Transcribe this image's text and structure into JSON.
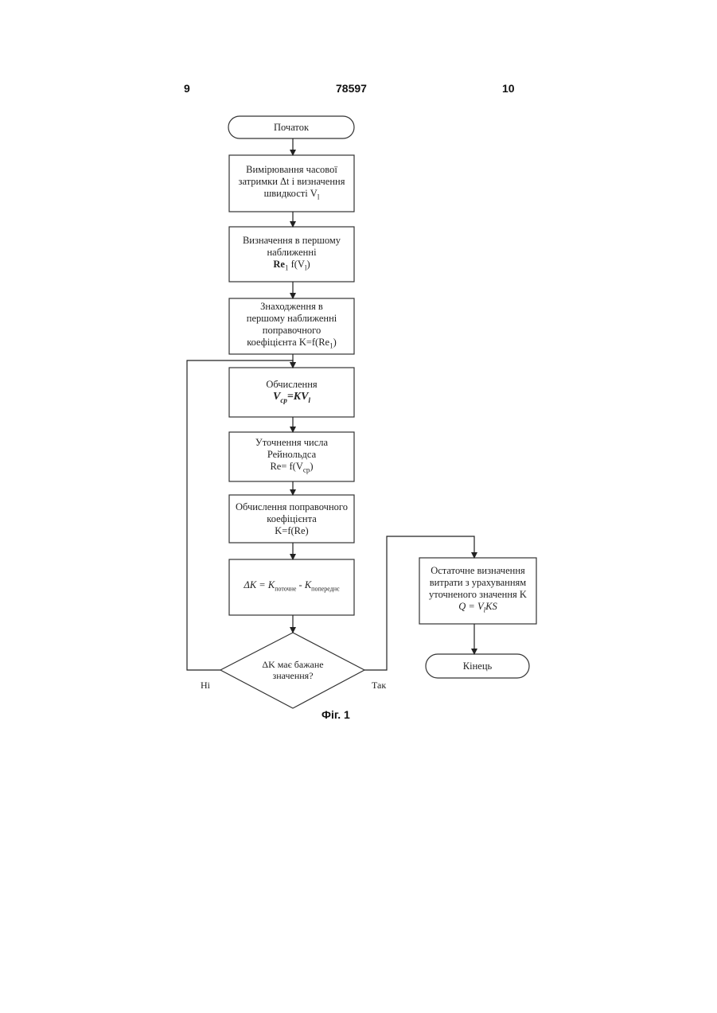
{
  "header": {
    "left_page": "9",
    "patent_number": "78597",
    "right_page": "10"
  },
  "flowchart": {
    "start": "Початок",
    "step1": [
      "Вимірювання часової",
      "затримки Δt і визначення",
      "швидкості V",
      "l"
    ],
    "step2": [
      "Визначення в першому",
      "наближенні",
      "Re",
      "1",
      " f(V",
      "l",
      ")"
    ],
    "step3": [
      "Знаходження  в",
      "першому наближенні",
      "поправочного",
      "коефіцієнта K=f(Re",
      "1",
      ")"
    ],
    "step4": [
      "Обчислення",
      "V",
      "ср",
      "=KV",
      "l"
    ],
    "step5": [
      "Уточнення числа",
      "Рейнольдса",
      "Re= f(V",
      "ср",
      ")"
    ],
    "step6": [
      "Обчислення поправочного",
      "коефіцієнта",
      "K=f(Re)"
    ],
    "step7": [
      "ΔK = K",
      "поточне",
      " - K",
      "попереднє"
    ],
    "decision": [
      "ΔK  має бажане",
      "значення?"
    ],
    "final": [
      "Остаточне визначення",
      "витрати з урахуванням",
      "уточненого значення K",
      "Q = V",
      "l",
      "KS"
    ],
    "end": "Кінець",
    "no_label": "Ні",
    "yes_label": "Так"
  },
  "caption": "Фіг. 1"
}
